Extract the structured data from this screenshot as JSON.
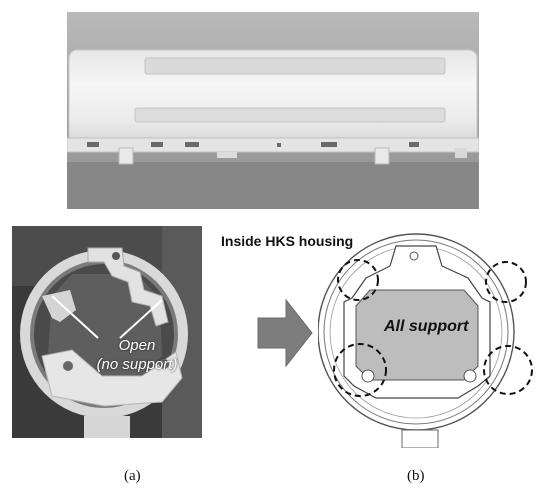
{
  "labels": {
    "inside": "Inside HKS housing",
    "open_line1": "Open",
    "open_line2": "(no support)",
    "all_support": "All support"
  },
  "captions": {
    "a": "(a)",
    "b": "(b)"
  }
}
